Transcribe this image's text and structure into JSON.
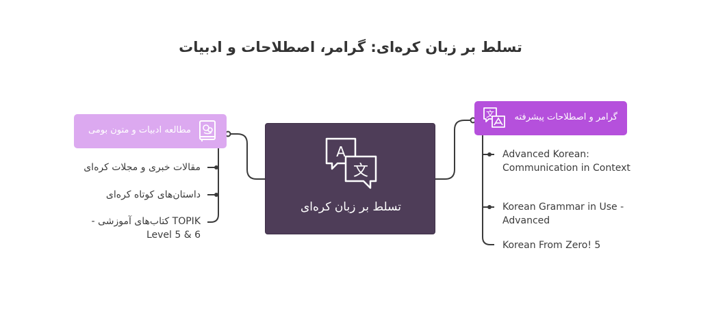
{
  "title": "تسلط بر زبان کره‌ای: گرامر، اصطلاحات و ادبیات",
  "center": {
    "label": "تسلط بر زبان کره‌ای",
    "icon": "translate-icon"
  },
  "left_branch": {
    "header": "مطالعه ادبیات و متون بومی",
    "icon": "book-icon",
    "items": [
      "مقالات خبری و مجلات کره‌ای",
      "داستان‌های کوتاه کره‌ای",
      "TOPIK کتاب‌های آموزشی - Level 5 & 6"
    ]
  },
  "right_branch": {
    "header": "گرامر و اصطلاحات پیشرفته",
    "icon": "translate-icon",
    "items": [
      "Advanced Korean: Communication in Context",
      "Korean Grammar in Use - Advanced",
      "Korean From Zero! 5"
    ]
  },
  "colors": {
    "center_fill": "#4e3d58",
    "left_header_fill": "#dca9f0",
    "right_header_fill": "#b550dc",
    "connector": "#3a3a3a"
  }
}
